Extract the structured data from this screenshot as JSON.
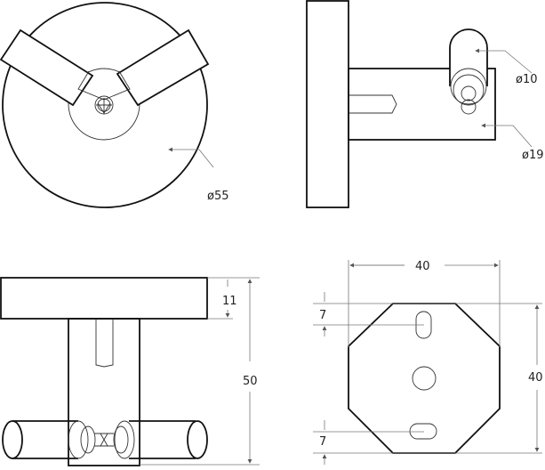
{
  "views": {
    "front": {
      "diameter_label": "ø55"
    },
    "side": {
      "hook_diameter_label": "ø10",
      "rod_diameter_label": "ø19"
    },
    "bottom": {
      "plate_thickness_label": "11",
      "total_depth_label": "50"
    },
    "base_plate": {
      "width_label": "40",
      "height_label": "40",
      "top_slot_offset_label": "7",
      "bottom_slot_offset_label": "7"
    }
  }
}
